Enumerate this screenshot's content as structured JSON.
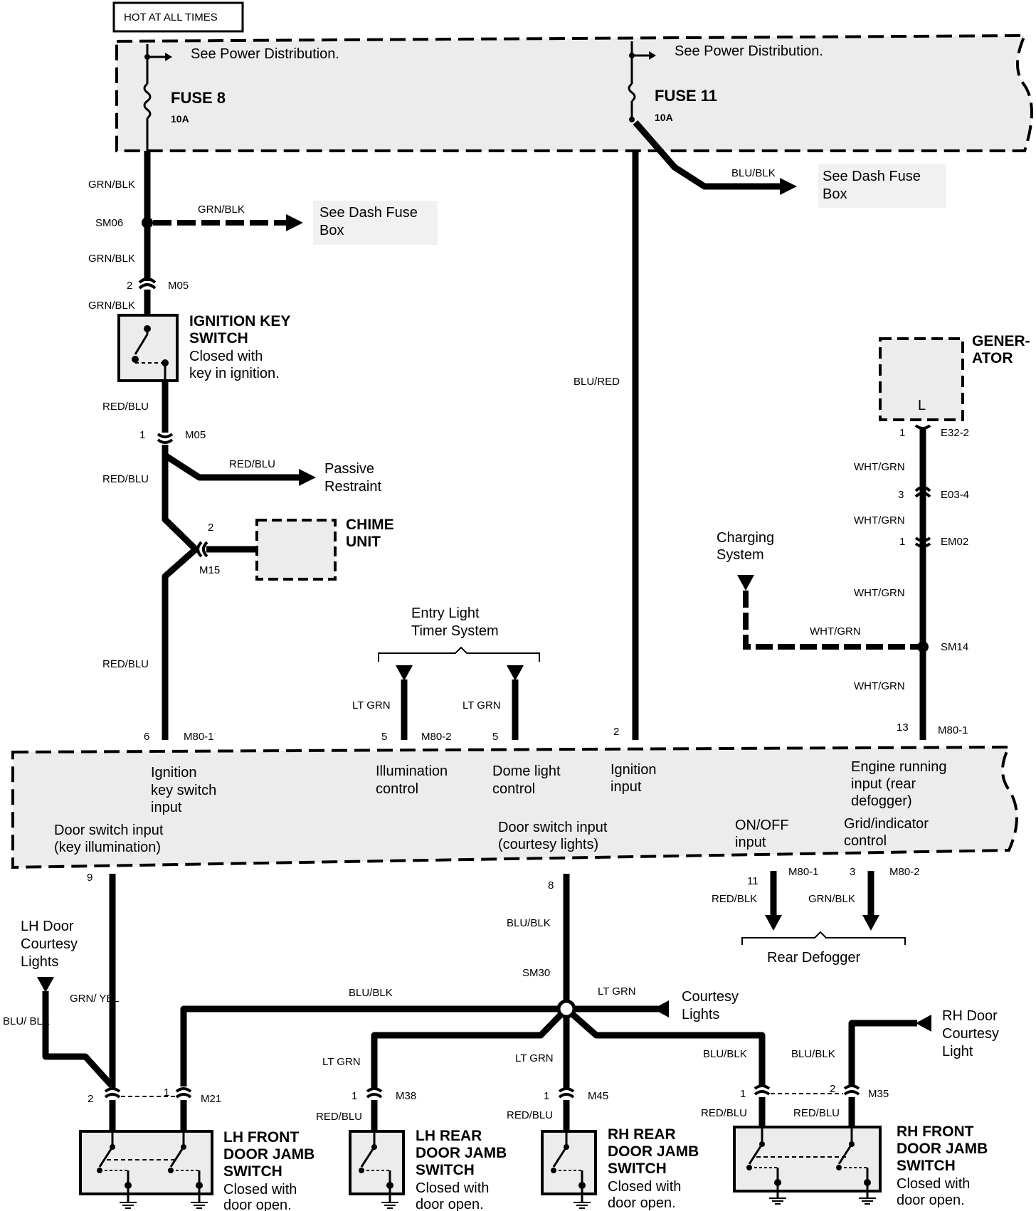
{
  "header": {
    "hot_label": "HOT AT ALL TIMES"
  },
  "fuse_box": {
    "fuse8": {
      "name": "FUSE 8",
      "rating": "10A",
      "see": "See Power Distribution."
    },
    "fuse11": {
      "name": "FUSE 11",
      "rating": "10A",
      "see": "See Power Distribution."
    }
  },
  "wires": {
    "grn_blk": "GRN/BLK",
    "blu_blk": "BLU/BLK",
    "blu_red": "BLU/RED",
    "red_blu": "RED/BLU",
    "wht_grn": "WHT/GRN",
    "lt_grn": "LT GRN",
    "red_blk": "RED/BLK",
    "grn_yel": "GRN/ YEL",
    "blu_blk_split": "BLU/ BLK"
  },
  "dash_fuse_left": {
    "line1": "See Dash Fuse",
    "line2": "Box"
  },
  "dash_fuse_right": {
    "line1": "See Dash Fuse",
    "line2": "Box"
  },
  "splices": {
    "sm06": "SM06",
    "sm14": "SM14",
    "sm30": "SM30"
  },
  "connectors": {
    "m05": "M05",
    "m15": "M15",
    "m80_1": "M80-1",
    "m80_2": "M80-2",
    "e32_2": "E32-2",
    "e03_4": "E03-4",
    "em02": "EM02",
    "m21": "M21",
    "m38": "M38",
    "m45": "M45",
    "m35": "M35"
  },
  "pins": {
    "p2": "2",
    "p1": "1",
    "p6": "6",
    "p5": "5",
    "p3": "3",
    "p13": "13",
    "p9": "9",
    "p8": "8",
    "p11": "11"
  },
  "ignition_switch": {
    "title1": "IGNITION KEY",
    "title2": "SWITCH",
    "note1": "Closed with",
    "note2": "key in ignition."
  },
  "passive_restraint": {
    "line1": "Passive",
    "line2": "Restraint"
  },
  "chime_unit": {
    "line1": "CHIME",
    "line2": "UNIT"
  },
  "entry_light": {
    "line1": "Entry Light",
    "line2": "Timer System"
  },
  "generator": {
    "line1": "GENER-",
    "line2": "ATOR",
    "terminal": "L"
  },
  "charging": {
    "line1": "Charging",
    "line2": "System"
  },
  "control_module": {
    "ign_key_1": "Ignition",
    "ign_key_2": "key switch",
    "ign_key_3": "input",
    "illum_1": "Illumination",
    "illum_2": "control",
    "dome_1": "Dome light",
    "dome_2": "control",
    "ign_in_1": "Ignition",
    "ign_in_2": "input",
    "eng_1": "Engine running",
    "eng_2": "input (rear",
    "eng_3": "defogger)",
    "door_key_1": "Door switch input",
    "door_key_2": "(key illumination)",
    "door_court_1": "Door switch input",
    "door_court_2": "(courtesy lights)",
    "onoff_1": "ON/OFF",
    "onoff_2": "input",
    "grid_1": "Grid/indicator",
    "grid_2": "control"
  },
  "rear_defogger": "Rear Defogger",
  "lh_door_lights": {
    "line1": "LH Door",
    "line2": "Courtesy",
    "line3": "Lights"
  },
  "courtesy_lights": {
    "line1": "Courtesy",
    "line2": "Lights"
  },
  "rh_door_light": {
    "line1": "RH Door",
    "line2": "Courtesy",
    "line3": "Light"
  },
  "switches": {
    "lh_front": {
      "t1": "LH FRONT",
      "t2": "DOOR JAMB",
      "t3": "SWITCH",
      "n1": "Closed with",
      "n2": "door open."
    },
    "lh_rear": {
      "t1": "LH REAR",
      "t2": "DOOR JAMB",
      "t3": "SWITCH",
      "n1": "Closed with",
      "n2": "door open."
    },
    "rh_rear": {
      "t1": "RH REAR",
      "t2": "DOOR JAMB",
      "t3": "SWITCH",
      "n1": "Closed with",
      "n2": "door open."
    },
    "rh_front": {
      "t1": "RH FRONT",
      "t2": "DOOR JAMB",
      "t3": "SWITCH",
      "n1": "Closed with",
      "n2": "door open."
    }
  }
}
